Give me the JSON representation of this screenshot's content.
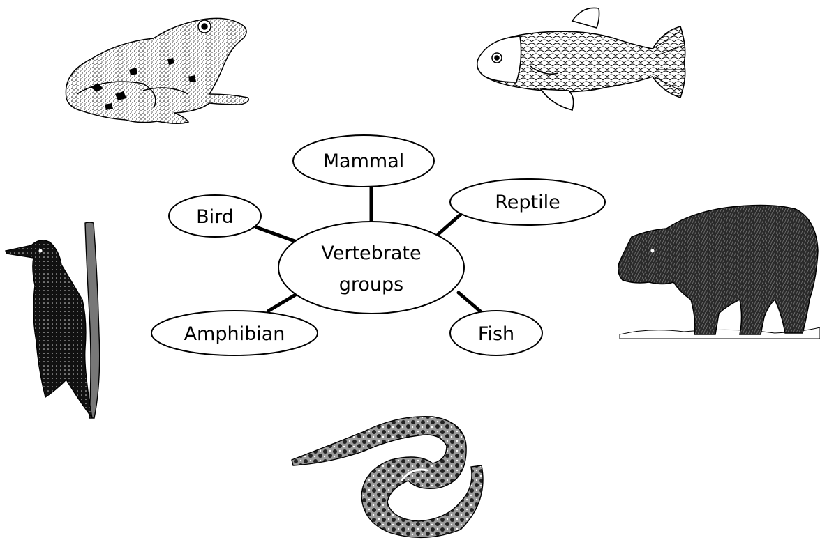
{
  "diagram": {
    "center": {
      "lines": [
        "Vertebrate",
        "groups"
      ]
    },
    "groups": [
      {
        "key": "mammal",
        "label": "Mammal"
      },
      {
        "key": "reptile",
        "label": "Reptile"
      },
      {
        "key": "bird",
        "label": "Bird"
      },
      {
        "key": "amphibian",
        "label": "Amphibian"
      },
      {
        "key": "fish",
        "label": "Fish"
      }
    ]
  },
  "animals": [
    {
      "key": "frog",
      "icon": "frog-illustration"
    },
    {
      "key": "fish",
      "icon": "fish-illustration"
    },
    {
      "key": "woodpecker",
      "icon": "woodpecker-illustration"
    },
    {
      "key": "bear",
      "icon": "bear-illustration"
    },
    {
      "key": "snake",
      "icon": "rattlesnake-illustration"
    }
  ],
  "colors": {
    "ink": "#000000",
    "paper": "#ffffff"
  }
}
